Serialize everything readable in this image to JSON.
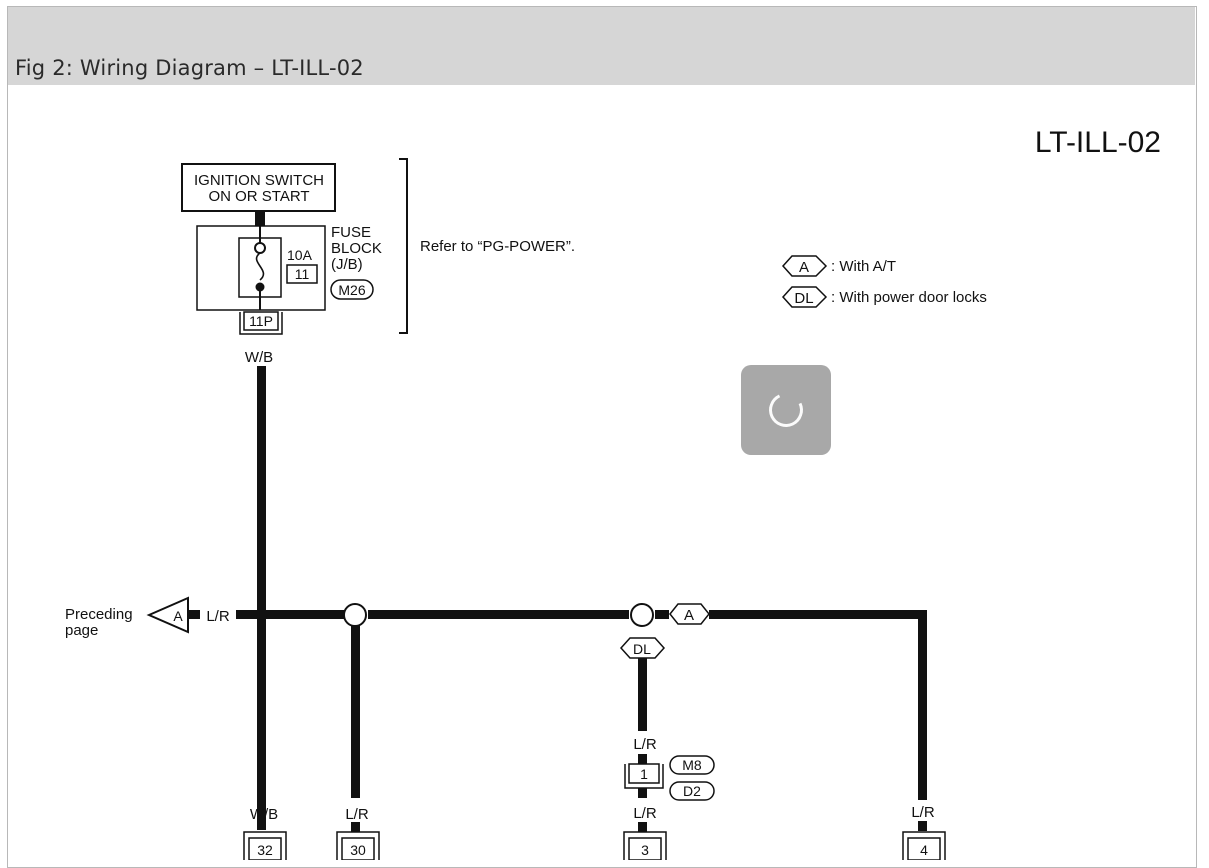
{
  "figure": {
    "title": "Fig 2: Wiring Diagram – LT-ILL-02"
  },
  "diagram": {
    "code": "LT-ILL-02",
    "ignition_switch": {
      "line1": "IGNITION SWITCH",
      "line2": "ON OR START"
    },
    "fuse_block": {
      "line1": "FUSE",
      "line2": "BLOCK",
      "line3": "(J/B)",
      "rating": "10A",
      "fuse_number": "11",
      "connector": "M26",
      "terminal": "11P"
    },
    "reference_note": "Refer to “PG-POWER”.",
    "legend": [
      {
        "symbol": "A",
        "text": ": With A/T"
      },
      {
        "symbol": "DL",
        "text": ": With power door locks"
      }
    ],
    "preceding_page": {
      "line1": "Preceding",
      "line2": "page",
      "symbol": "A"
    },
    "wire_colors": {
      "main_feed": "W/B",
      "bus": "L/R",
      "drop1": "W/B",
      "drop2": "L/R",
      "drop3_upper": "L/R",
      "drop3_lower": "L/R",
      "drop4": "L/R"
    },
    "branch_symbols": {
      "dl": "DL",
      "a": "A"
    },
    "inline_connector": {
      "pin": "1",
      "connector1": "M8",
      "connector2": "D2"
    },
    "bottom_connectors": [
      "32",
      "30",
      "3",
      "4"
    ]
  },
  "loading": {
    "icon": "spinner-icon"
  }
}
